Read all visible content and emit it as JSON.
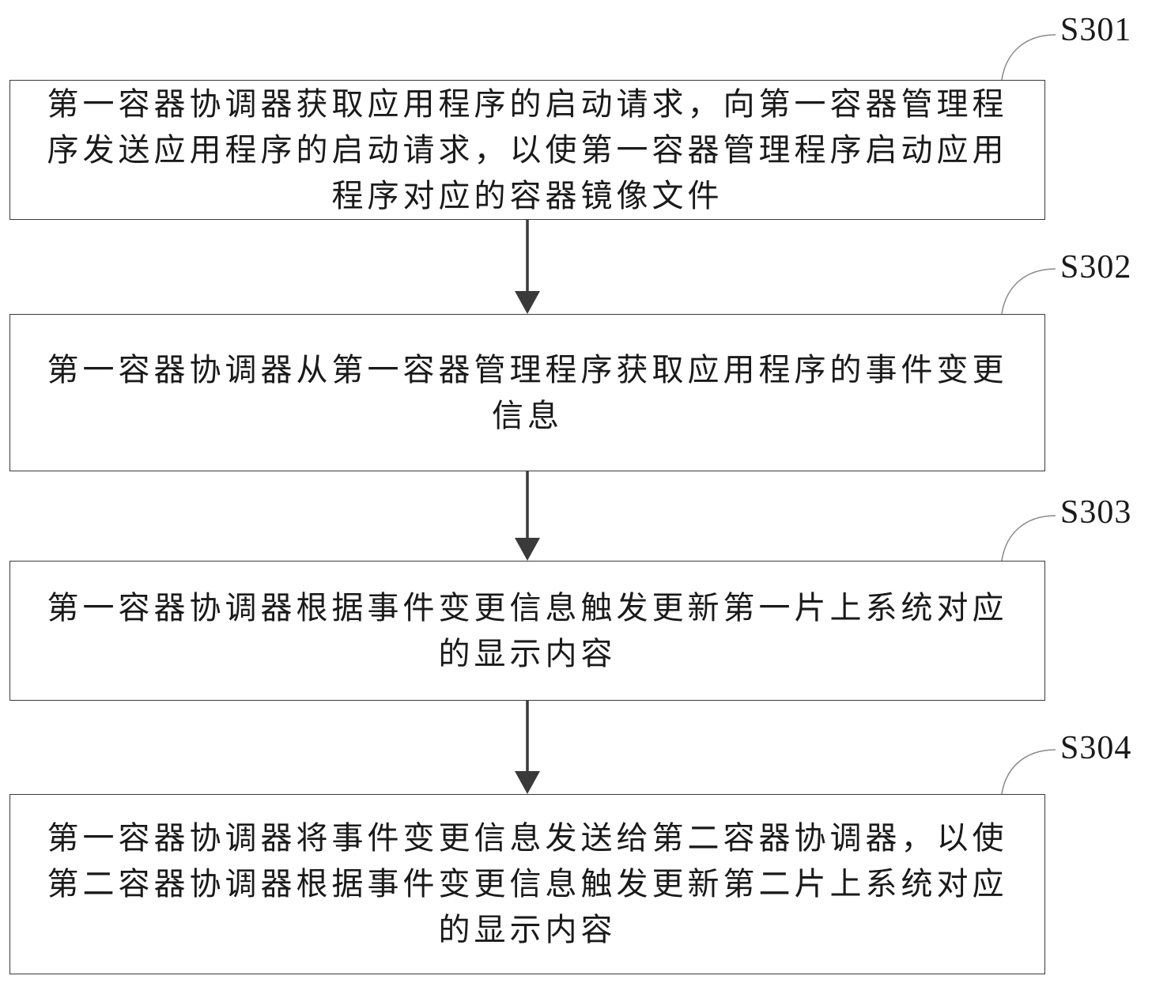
{
  "steps": [
    {
      "label": "S301",
      "text": "第一容器协调器获取应用程序的启动请求，向第一容器管理程序发送应用程序的启动请求，以使第一容器管理程序启动应用程序对应的容器镜像文件"
    },
    {
      "label": "S302",
      "text": "第一容器协调器从第一容器管理程序获取应用程序的事件变更信息"
    },
    {
      "label": "S303",
      "text": "第一容器协调器根据事件变更信息触发更新第一片上系统对应的显示内容"
    },
    {
      "label": "S304",
      "text": "第一容器协调器将事件变更信息发送给第二容器协调器，以使第二容器协调器根据事件变更信息触发更新第二片上系统对应的显示内容"
    }
  ],
  "colors": {
    "box_border": "#3a3a3a",
    "arrow": "#3a3a3a",
    "leader_line": "#8a8a8a",
    "text": "#1a1a1a"
  }
}
